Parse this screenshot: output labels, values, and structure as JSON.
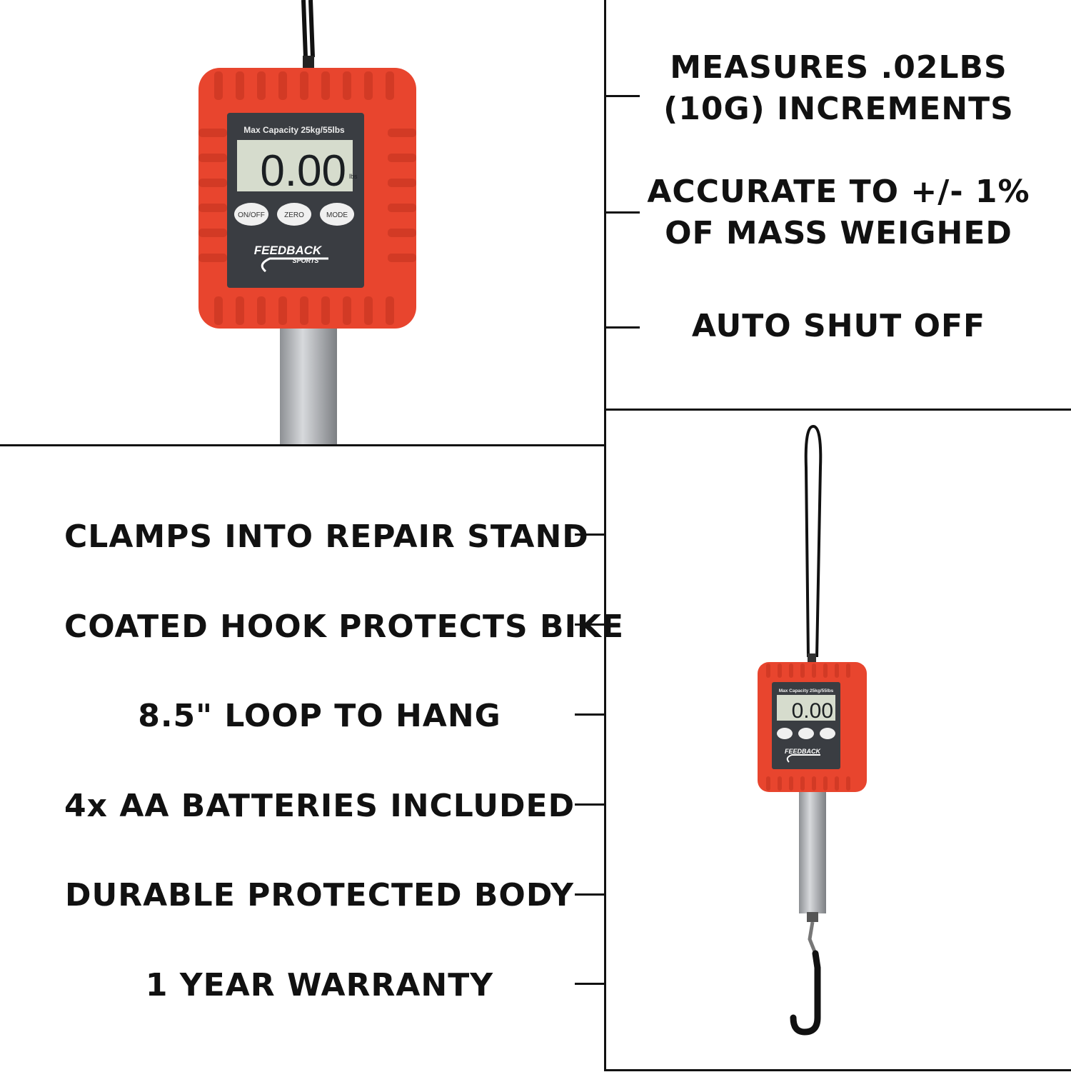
{
  "top_features": [
    {
      "line1": "MEASURES .02LBS",
      "line2": "(10G) INCREMENTS"
    },
    {
      "line1": "ACCURATE TO +/- 1%",
      "line2": "OF MASS WEIGHED"
    },
    {
      "line1": "AUTO SHUT OFF",
      "line2": ""
    }
  ],
  "bottom_features": [
    "CLAMPS INTO REPAIR STAND",
    "COATED HOOK PROTECTS BIKE",
    "8.5\" LOOP TO HANG",
    "4x AA BATTERIES INCLUDED",
    "DURABLE PROTECTED BODY",
    "1 YEAR WARRANTY"
  ],
  "scale": {
    "capacity_label": "Max Capacity 25kg/55lbs",
    "display_value": "0.00",
    "unit": "lbs",
    "buttons": [
      "ON/OFF",
      "ZERO",
      "MODE"
    ],
    "brand": "FEEDBACK",
    "brand_sub": "SPORTS",
    "body_color": "#e8452e",
    "face_color": "#3a3d42",
    "lcd_color": "#d6dccd"
  }
}
